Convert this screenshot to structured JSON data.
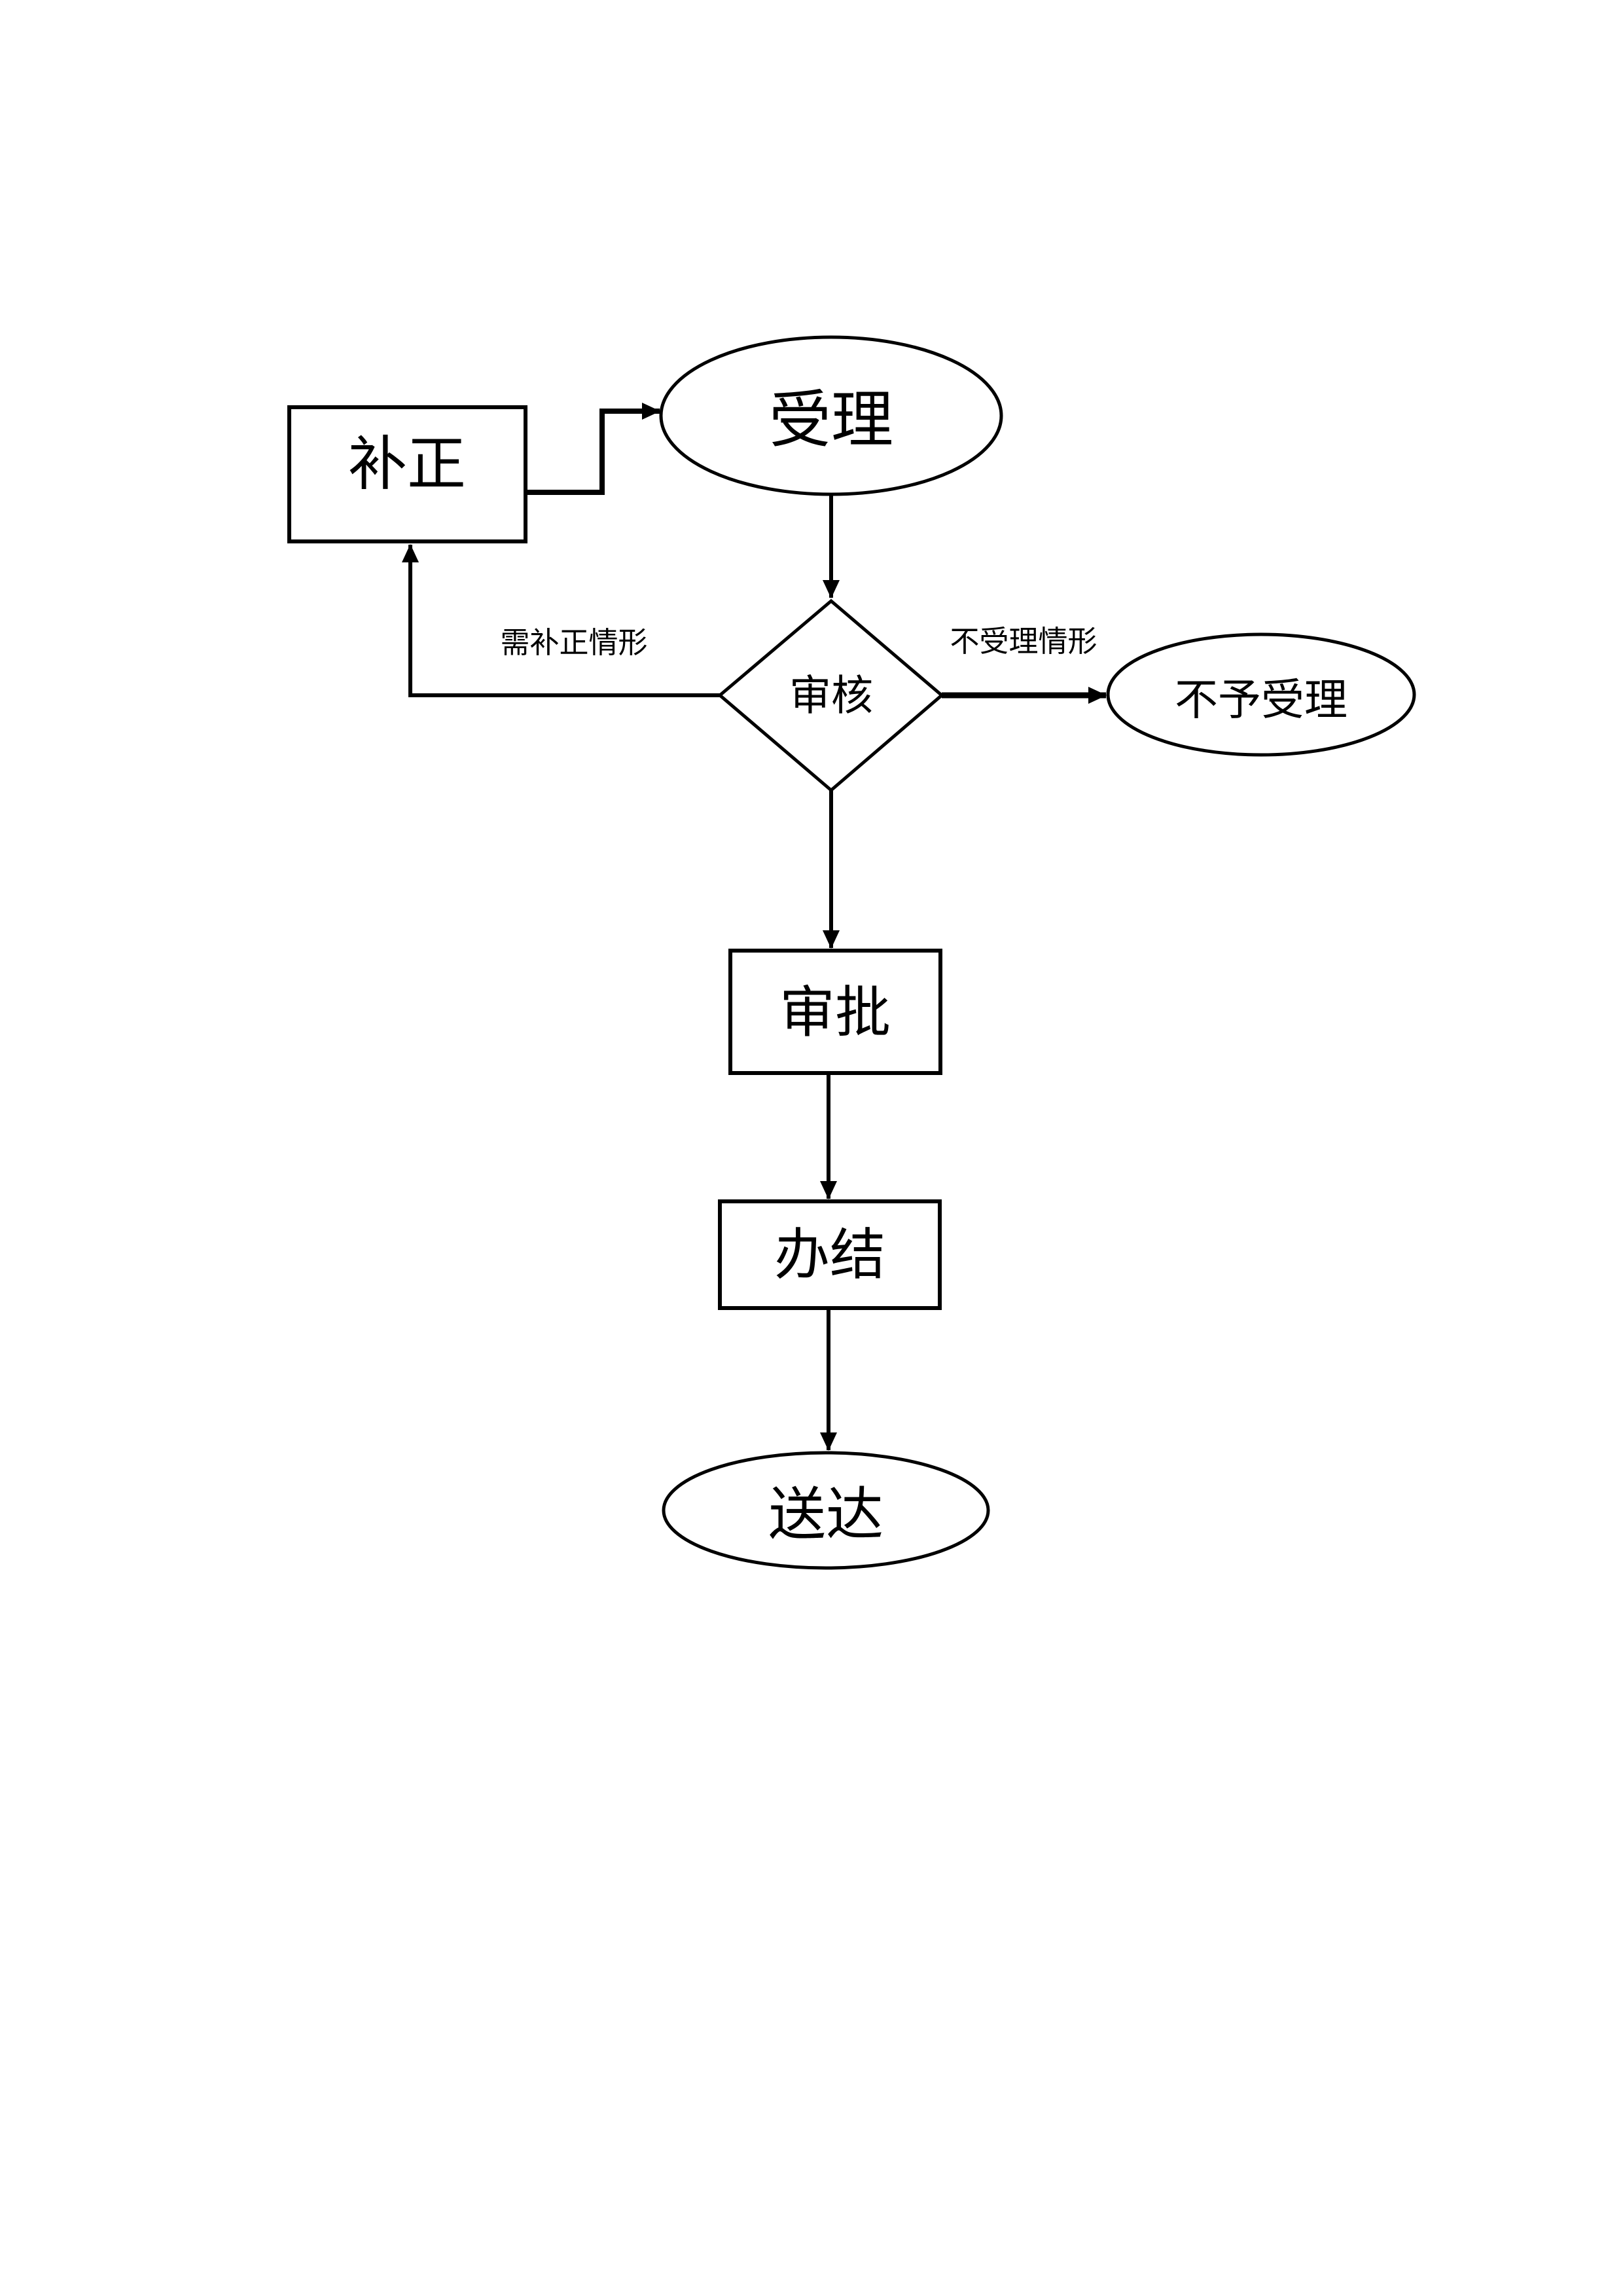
{
  "page": {
    "background_color": "#ffffff",
    "line_color": "#000000",
    "text_color": "#000000"
  },
  "flowchart": {
    "nodes": [
      {
        "id": "buzheng",
        "shape": "rectangle",
        "label": "补正"
      },
      {
        "id": "shouli",
        "shape": "ellipse",
        "label": "受理"
      },
      {
        "id": "shenhe",
        "shape": "diamond",
        "label": "审核"
      },
      {
        "id": "buyushouli",
        "shape": "ellipse",
        "label": "不予受理"
      },
      {
        "id": "shenpi",
        "shape": "rectangle",
        "label": "审批"
      },
      {
        "id": "banjie",
        "shape": "rectangle",
        "label": "办结"
      },
      {
        "id": "songda",
        "shape": "ellipse",
        "label": "送达"
      }
    ],
    "edge_labels": [
      {
        "id": "need-supplement-case",
        "text": "需补正情形"
      },
      {
        "id": "not-accept-case",
        "text": "不受理情形"
      }
    ],
    "edges": [
      {
        "from": "补正",
        "to": "受理"
      },
      {
        "from": "受理",
        "to": "审核"
      },
      {
        "from": "审核",
        "to": "补正",
        "label": "需补正情形"
      },
      {
        "from": "审核",
        "to": "不予受理",
        "label": "不受理情形"
      },
      {
        "from": "审核",
        "to": "审批"
      },
      {
        "from": "审批",
        "to": "办结"
      },
      {
        "from": "办结",
        "to": "送达"
      }
    ]
  }
}
